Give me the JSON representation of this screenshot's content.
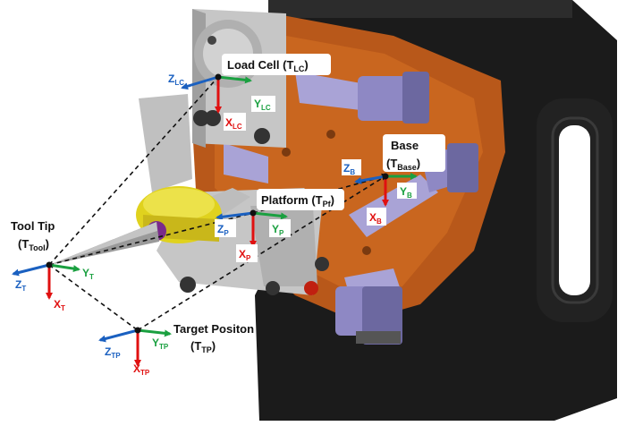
{
  "colors": {
    "x_axis": "#e01010",
    "y_axis": "#1aa040",
    "z_axis": "#1a60c0",
    "link": "#111111",
    "base_plate": "#1b1b1b",
    "bracket": "#b8581a",
    "actuator": "#a9a3d6",
    "grey_part": "#bdbdbd",
    "tool": "#9a9a9a",
    "yellow": "#e0d21e"
  },
  "frames": [
    {
      "id": "load_cell",
      "title": "Load Cell (T",
      "title_sub": "LC",
      "title_end": ")",
      "x": {
        "main": "X",
        "sub": "LC"
      },
      "y": {
        "main": "Y",
        "sub": "LC"
      },
      "z": {
        "main": "Z",
        "sub": "LC"
      }
    },
    {
      "id": "base",
      "title": "Base",
      "title2": "(T",
      "title2_sub": "Base",
      "title2_end": ")",
      "x": {
        "main": "X",
        "sub": "B"
      },
      "y": {
        "main": "Y",
        "sub": "B"
      },
      "z": {
        "main": "Z",
        "sub": "B"
      }
    },
    {
      "id": "platform",
      "title": "Platform (T",
      "title_sub": "Pf",
      "title_end": ")",
      "x": {
        "main": "X",
        "sub": "P"
      },
      "y": {
        "main": "Y",
        "sub": "P"
      },
      "z": {
        "main": "Z",
        "sub": "P"
      }
    },
    {
      "id": "tool_tip",
      "title": "Tool Tip",
      "title2": "(T",
      "title2_sub": "Tool",
      "title2_end": ")",
      "x": {
        "main": "X",
        "sub": "T"
      },
      "y": {
        "main": "Y",
        "sub": "T"
      },
      "z": {
        "main": "Z",
        "sub": "T"
      }
    },
    {
      "id": "target",
      "title": "Target Positon",
      "title2": "(T",
      "title2_sub": "TP",
      "title2_end": ")",
      "x": {
        "main": "X",
        "sub": "TP"
      },
      "y": {
        "main": "Y",
        "sub": "TP"
      },
      "z": {
        "main": "Z",
        "sub": "TP"
      }
    }
  ]
}
